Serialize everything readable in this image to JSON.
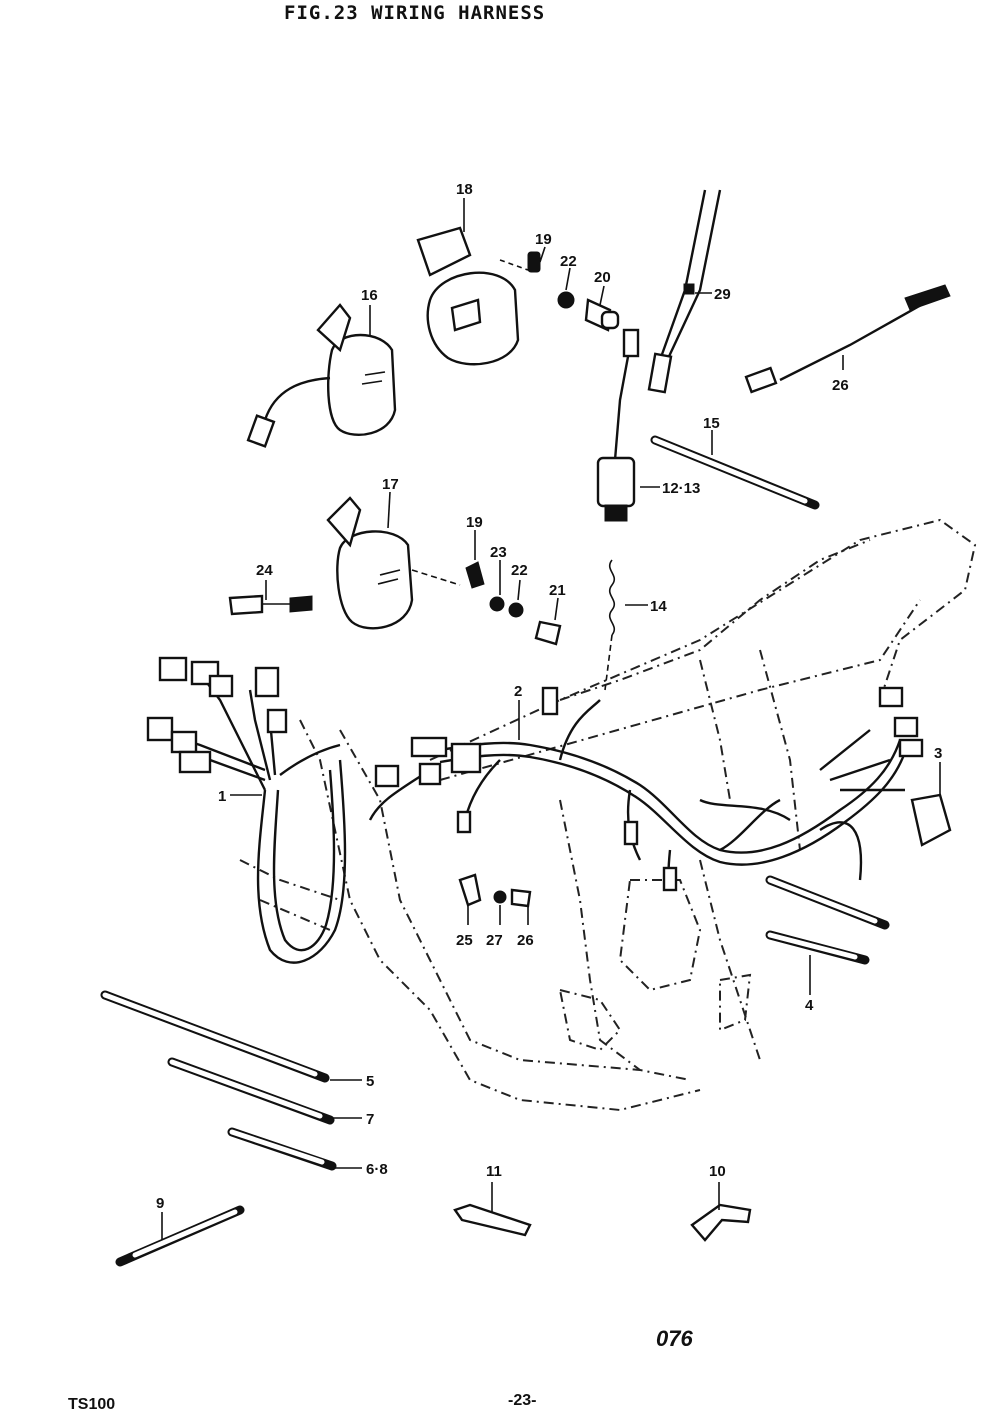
{
  "title": "FIG.23  WIRING HARNESS",
  "footer": {
    "model": "TS100",
    "page": "-23-",
    "code": "076"
  },
  "callouts": {
    "c1": "1",
    "c2": "2",
    "c3": "3",
    "c4": "4",
    "c5": "5",
    "c6_8": "6·8",
    "c7": "7",
    "c9": "9",
    "c10": "10",
    "c11": "11",
    "c12_13": "12·13",
    "c14": "14",
    "c15": "15",
    "c16": "16",
    "c17": "17",
    "c18": "18",
    "c19a": "19",
    "c19b": "19",
    "c20": "20",
    "c21": "21",
    "c22a": "22",
    "c22b": "22",
    "c23": "23",
    "c24": "24",
    "c25": "25",
    "c26a": "26",
    "c26b": "26",
    "c27": "27",
    "c29": "29"
  }
}
